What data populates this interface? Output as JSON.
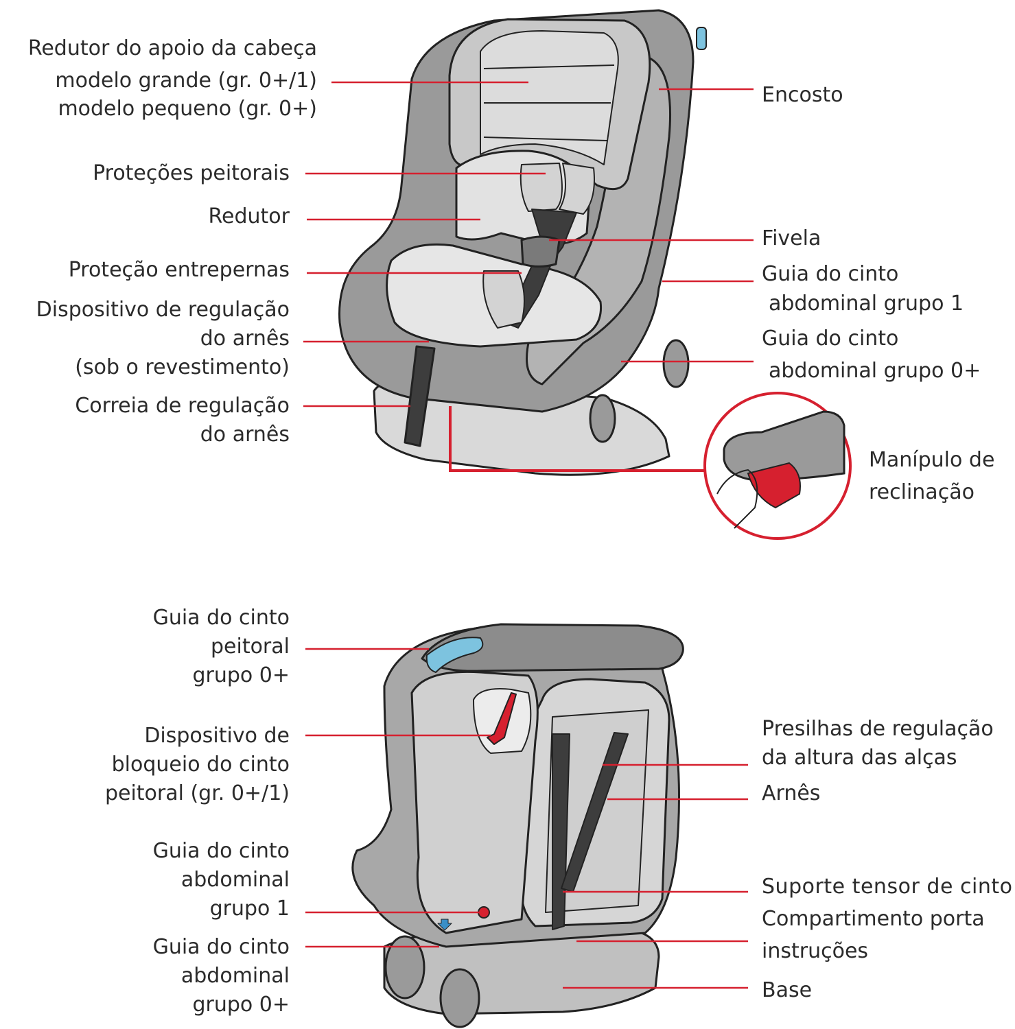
{
  "colors": {
    "leader": "#d6202f",
    "outline": "#222222",
    "shell": "#9a9a9a",
    "shell_light": "#c4c4c4",
    "pad": "#e6e6e6",
    "strap": "#3d3d3d",
    "accent_blue": "#7dc3df"
  },
  "front_labels": {
    "headrest_l1": "Redutor do apoio da cabeça",
    "headrest_l2": "modelo grande (gr. 0+/1)",
    "headrest_l3": "modelo pequeno (gr. 0+)",
    "chest_pads": "Proteções peitorais",
    "reducer": "Redutor",
    "crotch_pad": "Proteção entrepernas",
    "harness_adjuster_l1": "Dispositivo de regulação",
    "harness_adjuster_l2": "do arnês",
    "harness_adjuster_l3": "(sob o revestimento)",
    "harness_strap_l1": "Correia de regulação",
    "harness_strap_l2": "do arnês",
    "backrest": "Encosto",
    "buckle": "Fivela",
    "lap_guide_g1_l1": "Guia do cinto",
    "lap_guide_g1_l2": "abdominal grupo 1",
    "lap_guide_g0_l1": "Guia do cinto",
    "lap_guide_g0_l2": "abdominal grupo 0+",
    "recline_l1": "Manípulo de",
    "recline_l2": "reclinação"
  },
  "back_labels": {
    "chest_guide_l1": "Guia do cinto",
    "chest_guide_l2": "peitoral",
    "chest_guide_l3": "grupo 0+",
    "lock_l1": "Dispositivo de",
    "lock_l2": "bloqueio do cinto",
    "lock_l3": "peitoral (gr. 0+/1)",
    "lap_g1_l1": "Guia do cinto",
    "lap_g1_l2": "abdominal",
    "lap_g1_l3": "grupo 1",
    "lap_g0_l1": "Guia do cinto",
    "lap_g0_l2": "abdominal",
    "lap_g0_l3": "grupo 0+",
    "height_clips_l1": "Presilhas de regulação",
    "height_clips_l2": "da altura das alças",
    "harness": "Arnês",
    "tensioner": "Suporte tensor de cinto",
    "manual_l1": "Compartimento porta",
    "manual_l2": "instruções",
    "base": "Base"
  }
}
